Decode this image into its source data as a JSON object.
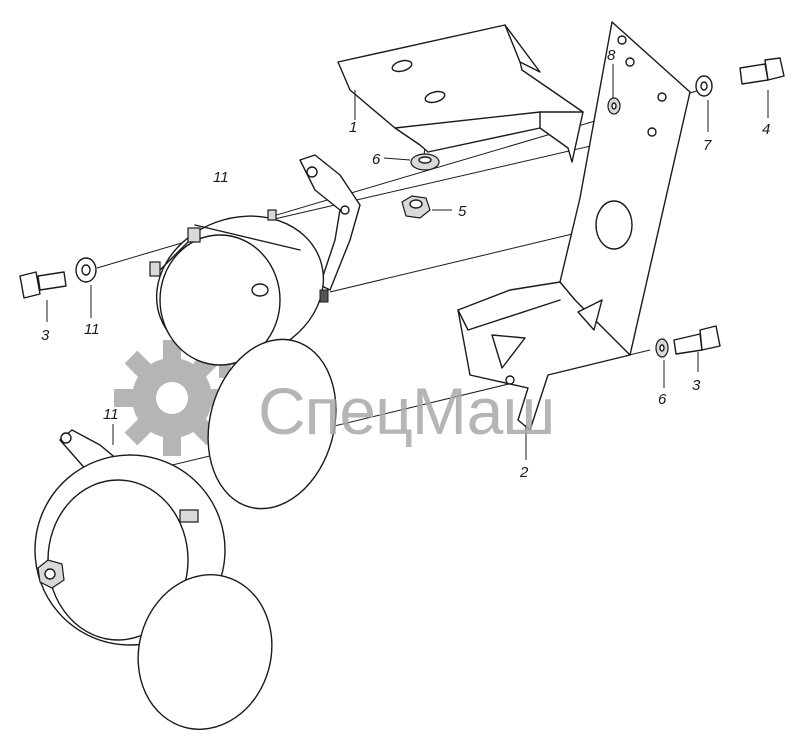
{
  "callouts": {
    "c1": "1",
    "c2": "2",
    "c3_left": "3",
    "c3_right": "3",
    "c4": "4",
    "c5": "5",
    "c6_top": "6",
    "c6_right": "6",
    "c7": "7",
    "c8": "8",
    "c11_top": "11",
    "c11_left": "11",
    "c11_bottom": "11"
  },
  "watermark": {
    "text": "СпецМаш",
    "color": "#a9a9a9"
  },
  "colors": {
    "line": "#1a1a1a",
    "background": "#ffffff"
  }
}
